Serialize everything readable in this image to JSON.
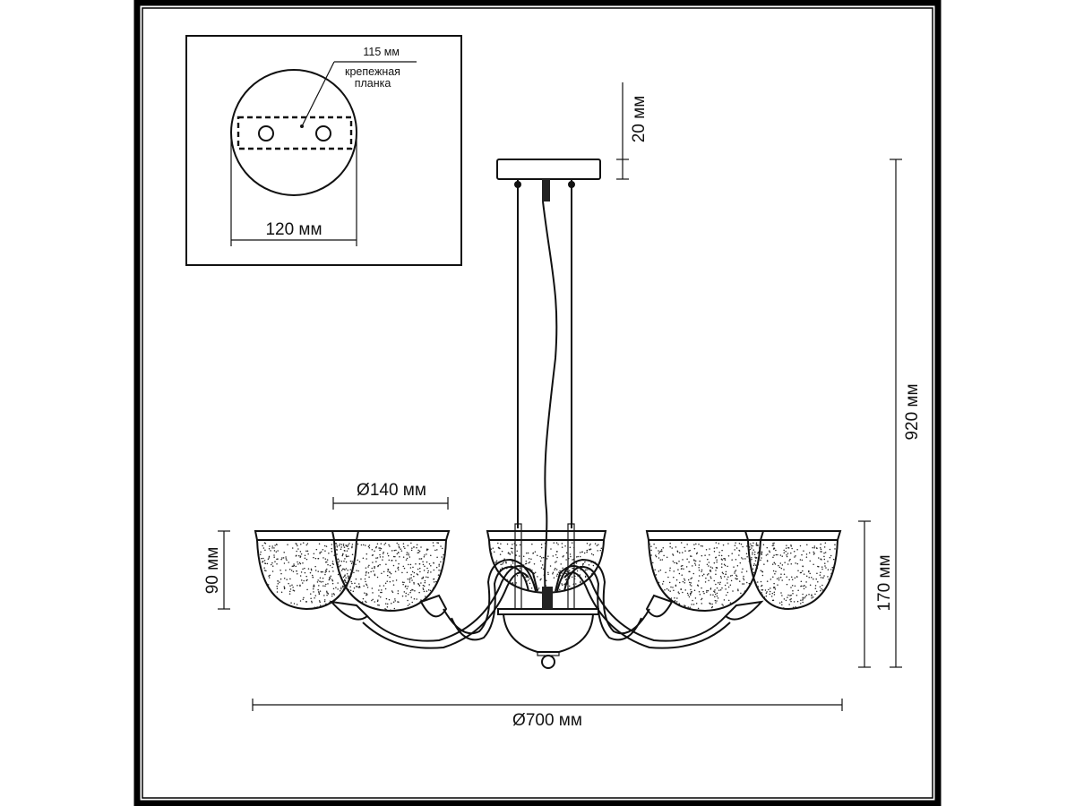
{
  "inset": {
    "bar_width": "115 мм",
    "bar_label_line1": "крепежная",
    "bar_label_line2": "планка",
    "canopy_diameter": "120 мм"
  },
  "dimensions": {
    "canopy_height": "20 мм",
    "total_height": "920 мм",
    "shade_diameter": "Ø140 мм",
    "shade_height": "90 мм",
    "body_height": "170 мм",
    "total_diameter": "Ø700 мм"
  }
}
